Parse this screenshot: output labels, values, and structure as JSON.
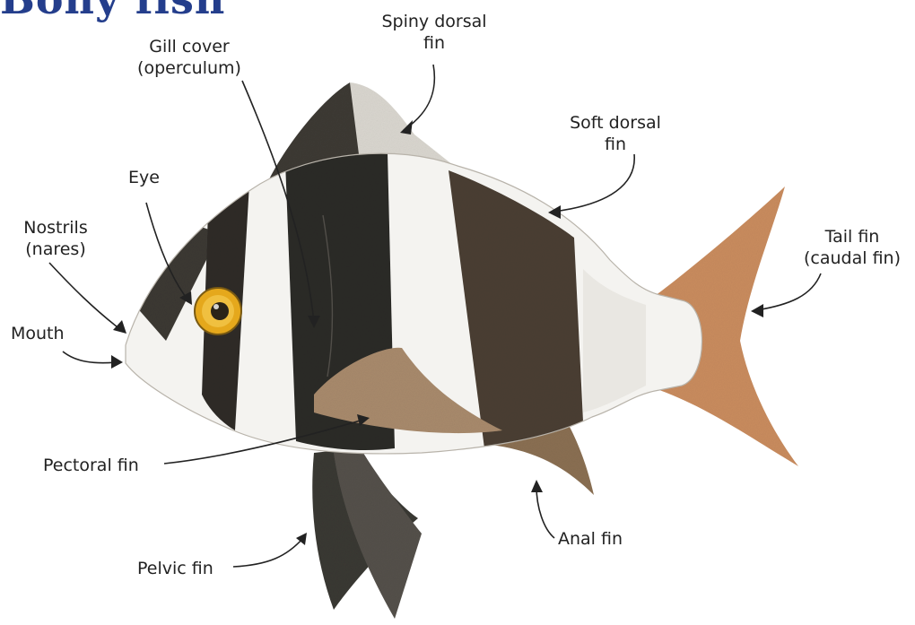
{
  "title": "Bony fish",
  "labels": {
    "spiny_dorsal_fin": [
      "Spiny dorsal",
      "fin"
    ],
    "gill_cover": [
      "Gill cover",
      "(operculum)"
    ],
    "eye": "Eye",
    "soft_dorsal_fin": [
      "Soft dorsal",
      "fin"
    ],
    "nostrils": [
      "Nostrils",
      "(nares)"
    ],
    "tail_fin": [
      "Tail fin",
      "(caudal fin)"
    ],
    "mouth": "Mouth",
    "pectoral_fin": "Pectoral fin",
    "anal_fin": "Anal fin",
    "pelvic_fin": "Pelvic fin"
  },
  "colors": {
    "title": "#243e8c",
    "stripe_dark": "#2b2a27",
    "stripe_brown": "#4a3f33",
    "fin_brown": "#a88a6c",
    "tail": "#c98c5e",
    "eye_iris": "#e5a81c",
    "label_text": "#222222"
  }
}
